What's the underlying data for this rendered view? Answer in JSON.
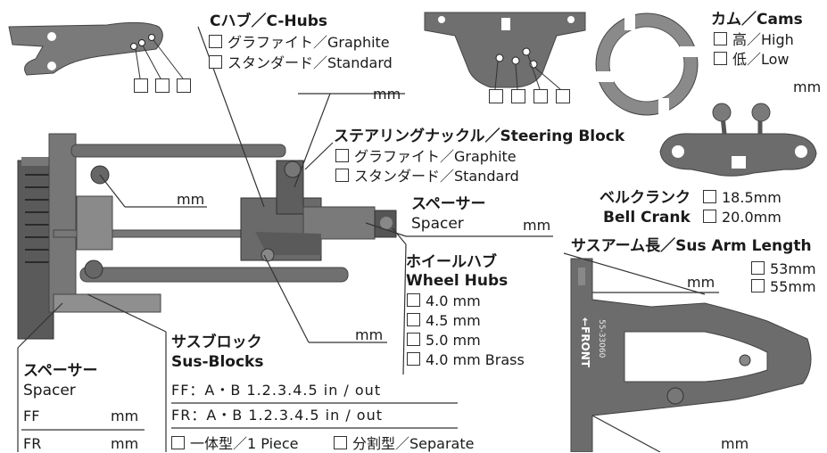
{
  "labels": {
    "chub_title": "Cハブ／C-Hubs",
    "chub_opt1": "グラファイト／Graphite",
    "chub_opt2": "スタンダード／Standard",
    "cams_title": "カム／Cams",
    "cams_high": "高／High",
    "cams_low": "低／Low",
    "steer_title": "ステアリングナックル／Steering Block",
    "steer_opt1": "グラファイト／Graphite",
    "steer_opt2": "スタンダード／Standard",
    "bell_jp": "ベルクランク",
    "bell_en": "Bell Crank",
    "bell_opt1": "18.5mm",
    "bell_opt2": "20.0mm",
    "spacer_jp": "スペーサー",
    "spacer_en": "Spacer",
    "sus_arm_title": "サスアーム長／Sus Arm Length",
    "sus_arm_opt1": "53mm",
    "sus_arm_opt2": "55mm",
    "wheel_jp": "ホイールハブ",
    "wheel_en": "Wheel Hubs",
    "wheel_opt1": "4.0 mm",
    "wheel_opt2": "4.5 mm",
    "wheel_opt3": "5.0 mm",
    "wheel_opt4": "4.0 mm Brass",
    "sus_block_jp": "サスブロック",
    "sus_block_en": "Sus-Blocks",
    "ff_row": "FF：A・B  1.2.3.4.5  in / out",
    "fr_row": "FR：A・B 1.2.3.4.5  in / out",
    "piece_opt1": "一体型／1 Piece",
    "piece_opt2": "分割型／Separate",
    "spacer2_jp": "スペーサー",
    "spacer2_en": "Spacer",
    "ff_label": "FF",
    "fr_label": "FR",
    "unit_mm": "mm",
    "arm_part_no": "55-33060",
    "arm_front": "←FRONT"
  },
  "colors": {
    "part_fill": "#6c6c6c",
    "part_dark": "#4a4a4a",
    "part_light": "#9a9a9a",
    "line": "#333333"
  },
  "icons": [
    "checkbox-icon"
  ]
}
